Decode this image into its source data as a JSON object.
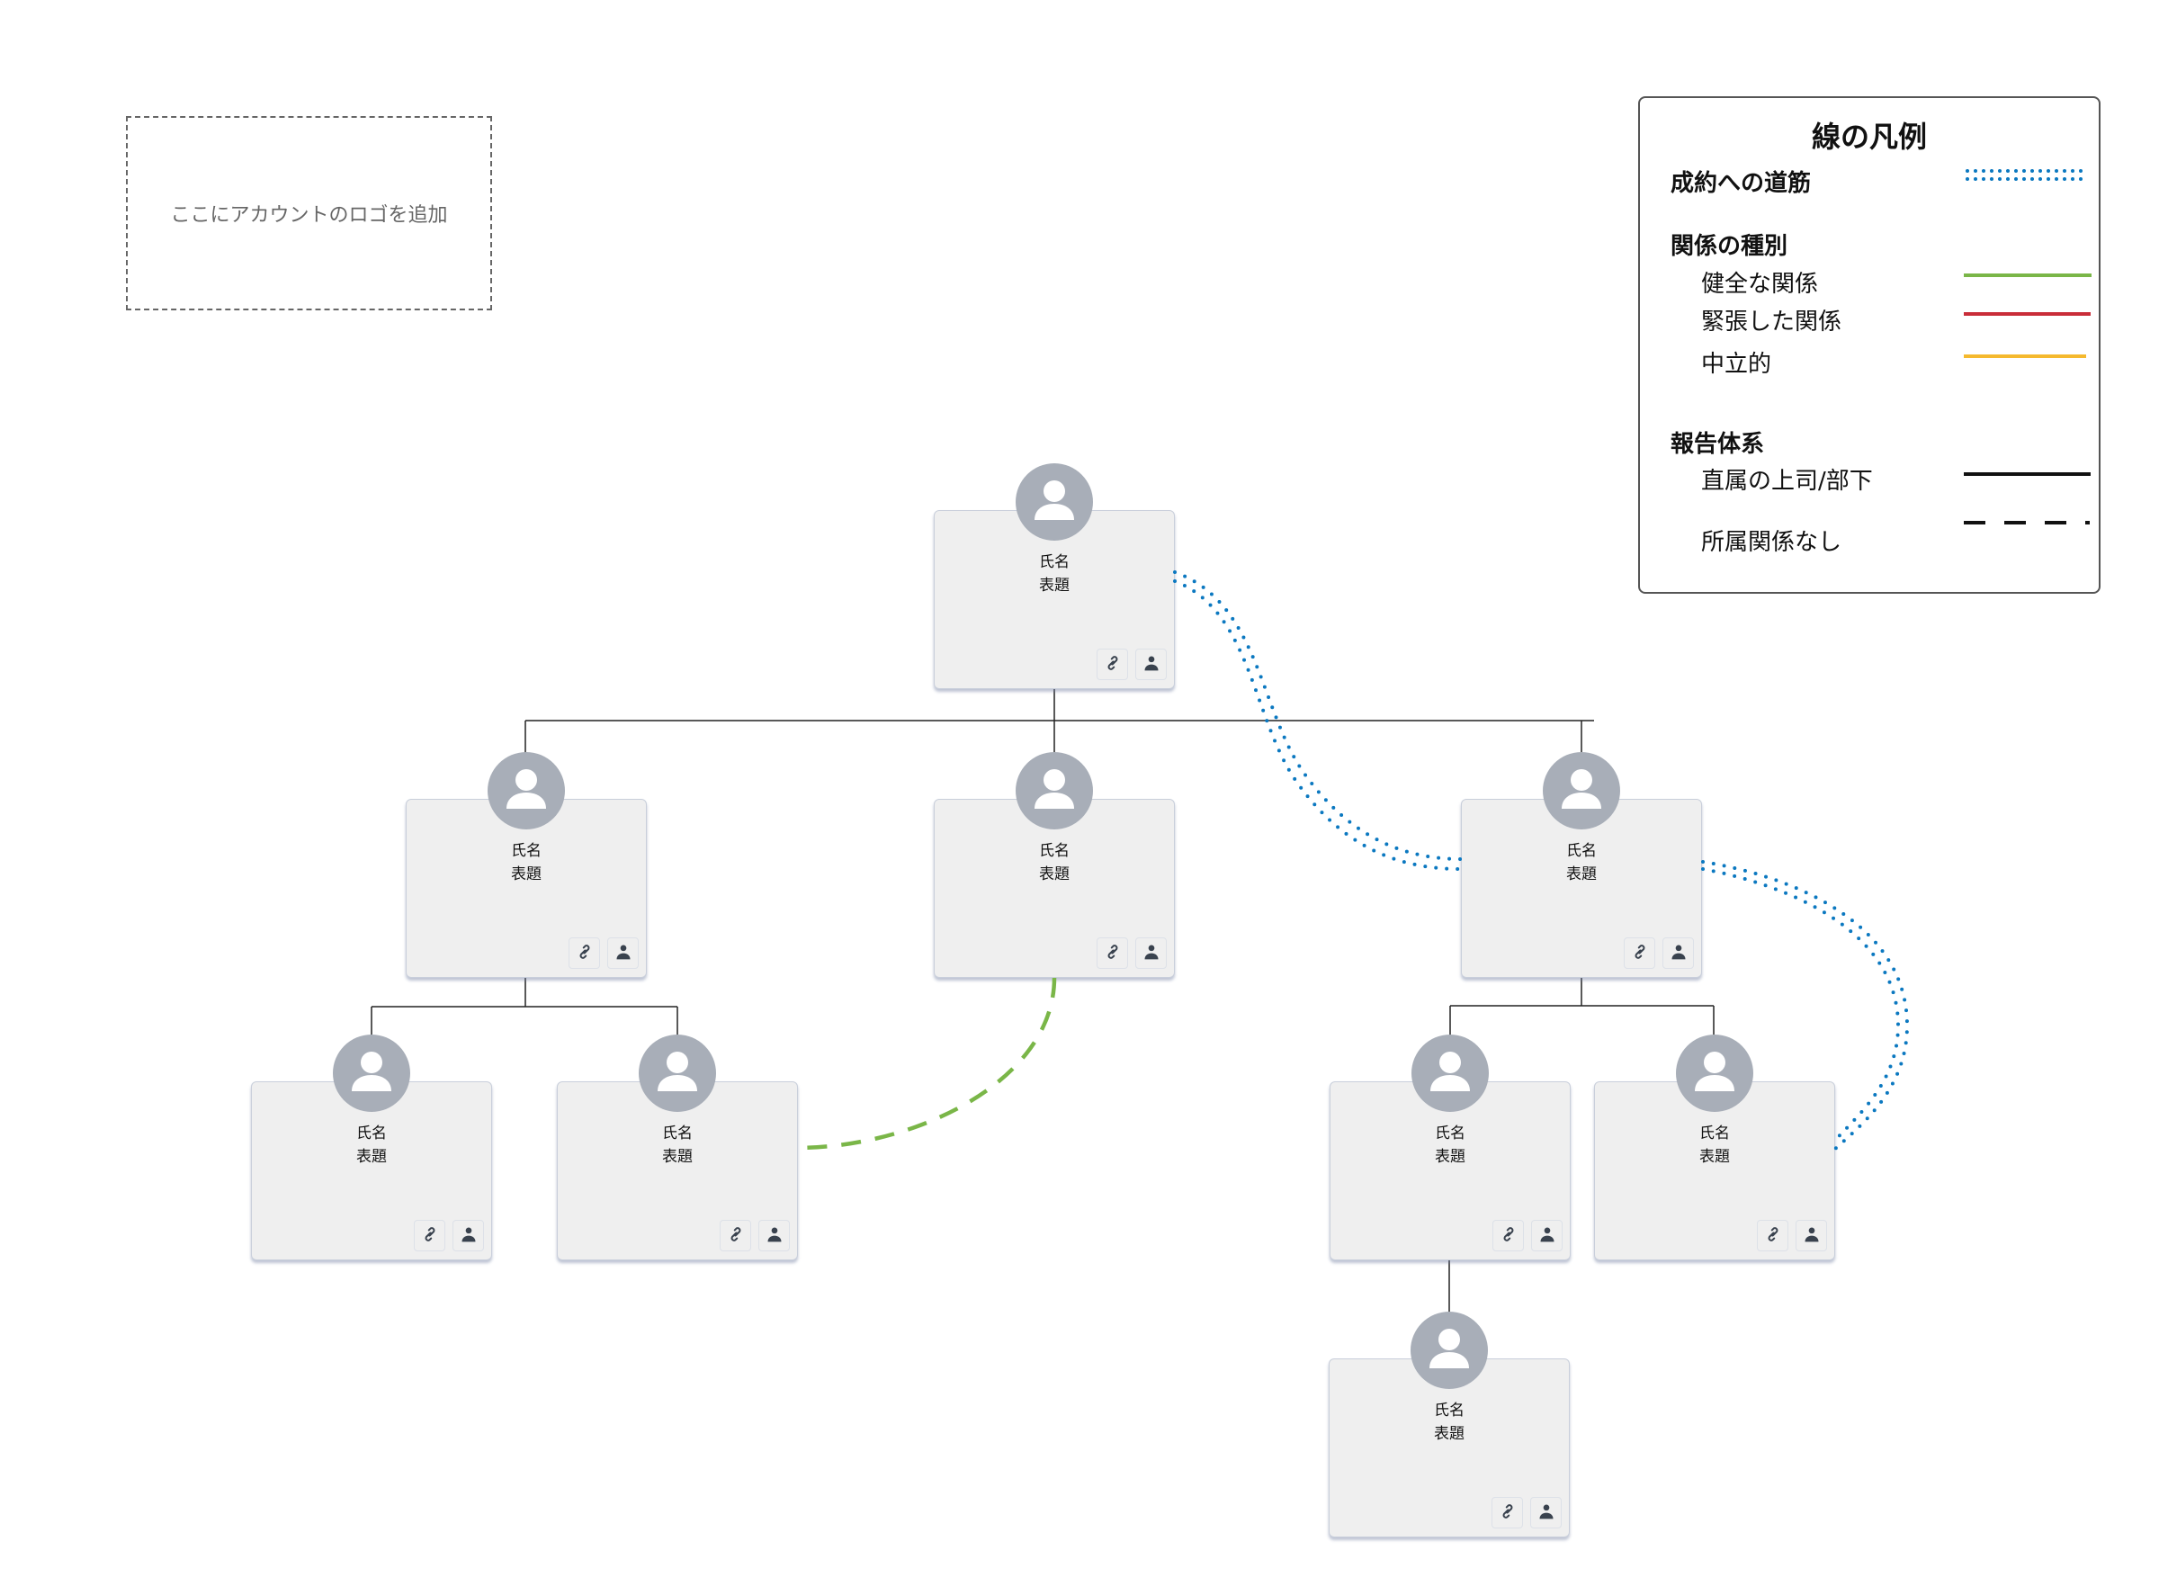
{
  "logo_placeholder": {
    "text": "ここにアカウントのロゴを追加"
  },
  "colors": {
    "path_to_close": "#0b78c0",
    "healthy": "#7ab648",
    "strained": "#c92d39",
    "neutral": "#f5b92e",
    "reporting": "#222222",
    "card_bg": "#efefef",
    "avatar_bg": "#a8aeb8",
    "icon": "#39424e"
  },
  "legend": {
    "title": "線の凡例",
    "path_to_close": {
      "label": "成約への道筋",
      "style": "dotted"
    },
    "relationship_section": "関係の種別",
    "relationships": [
      {
        "label": "健全な関係",
        "color_key": "healthy"
      },
      {
        "label": "緊張した関係",
        "color_key": "strained"
      },
      {
        "label": "中立的",
        "color_key": "neutral"
      }
    ],
    "reporting_section": "報告体系",
    "reporting": [
      {
        "label": "直属の上司/部下",
        "style": "solid"
      },
      {
        "label": "所属関係なし",
        "style": "dashed"
      }
    ]
  },
  "org_nodes": [
    {
      "id": "n1",
      "name": "氏名",
      "title": "表題",
      "link_icon": "link-icon",
      "profile_icon": "person-icon"
    },
    {
      "id": "n2",
      "name": "氏名",
      "title": "表題",
      "link_icon": "link-icon",
      "profile_icon": "person-icon"
    },
    {
      "id": "n3",
      "name": "氏名",
      "title": "表題",
      "link_icon": "link-icon",
      "profile_icon": "person-icon"
    },
    {
      "id": "n4",
      "name": "氏名",
      "title": "表題",
      "link_icon": "link-icon",
      "profile_icon": "person-icon"
    },
    {
      "id": "n5",
      "name": "氏名",
      "title": "表題",
      "link_icon": "link-icon",
      "profile_icon": "person-icon"
    },
    {
      "id": "n6",
      "name": "氏名",
      "title": "表題",
      "link_icon": "link-icon",
      "profile_icon": "person-icon"
    },
    {
      "id": "n7",
      "name": "氏名",
      "title": "表題",
      "link_icon": "link-icon",
      "profile_icon": "person-icon"
    },
    {
      "id": "n8",
      "name": "氏名",
      "title": "表題",
      "link_icon": "link-icon",
      "profile_icon": "person-icon"
    },
    {
      "id": "n9",
      "name": "氏名",
      "title": "表題",
      "link_icon": "link-icon",
      "profile_icon": "person-icon"
    }
  ],
  "reporting_edges": [
    {
      "from": "n1",
      "to": "n2"
    },
    {
      "from": "n1",
      "to": "n3"
    },
    {
      "from": "n1",
      "to": "n4"
    },
    {
      "from": "n2",
      "to": "n5"
    },
    {
      "from": "n2",
      "to": "n6"
    },
    {
      "from": "n4",
      "to": "n7"
    },
    {
      "from": "n4",
      "to": "n8"
    },
    {
      "from": "n7",
      "to": "n9"
    }
  ],
  "relationship_edges": [
    {
      "from": "n3",
      "to": "n6",
      "type": "healthy",
      "style": "dashed"
    }
  ],
  "path_to_close_edges": [
    {
      "from": "n1",
      "to": "n4"
    },
    {
      "from": "n4",
      "to": "n8"
    }
  ]
}
